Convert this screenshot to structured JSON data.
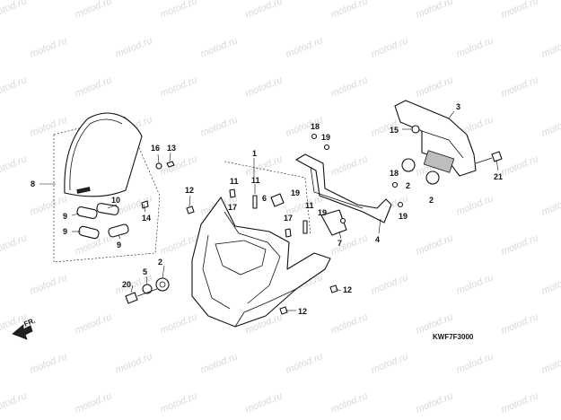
{
  "watermark": "motod.ru",
  "direction_label": "FR.",
  "diagram_code": "KWF7F3000",
  "callouts": [
    {
      "id": "c1",
      "label": "1"
    },
    {
      "id": "c2a",
      "label": "2"
    },
    {
      "id": "c2b",
      "label": "2"
    },
    {
      "id": "c2c",
      "label": "2"
    },
    {
      "id": "c3",
      "label": "3"
    },
    {
      "id": "c4",
      "label": "4"
    },
    {
      "id": "c5",
      "label": "5"
    },
    {
      "id": "c6",
      "label": "6"
    },
    {
      "id": "c7",
      "label": "7"
    },
    {
      "id": "c8",
      "label": "8"
    },
    {
      "id": "c9a",
      "label": "9"
    },
    {
      "id": "c9b",
      "label": "9"
    },
    {
      "id": "c9c",
      "label": "9"
    },
    {
      "id": "c10",
      "label": "10"
    },
    {
      "id": "c11a",
      "label": "11"
    },
    {
      "id": "c11b",
      "label": "11"
    },
    {
      "id": "c11c",
      "label": "11"
    },
    {
      "id": "c12a",
      "label": "12"
    },
    {
      "id": "c12b",
      "label": "12"
    },
    {
      "id": "c12c",
      "label": "12"
    },
    {
      "id": "c13",
      "label": "13"
    },
    {
      "id": "c14",
      "label": "14"
    },
    {
      "id": "c15",
      "label": "15"
    },
    {
      "id": "c16",
      "label": "16"
    },
    {
      "id": "c17a",
      "label": "17"
    },
    {
      "id": "c17b",
      "label": "17"
    },
    {
      "id": "c18a",
      "label": "18"
    },
    {
      "id": "c18b",
      "label": "18"
    },
    {
      "id": "c19a",
      "label": "19"
    },
    {
      "id": "c19b",
      "label": "19"
    },
    {
      "id": "c19c",
      "label": "19"
    },
    {
      "id": "c19d",
      "label": "19"
    },
    {
      "id": "c20",
      "label": "20"
    },
    {
      "id": "c21",
      "label": "21"
    }
  ]
}
